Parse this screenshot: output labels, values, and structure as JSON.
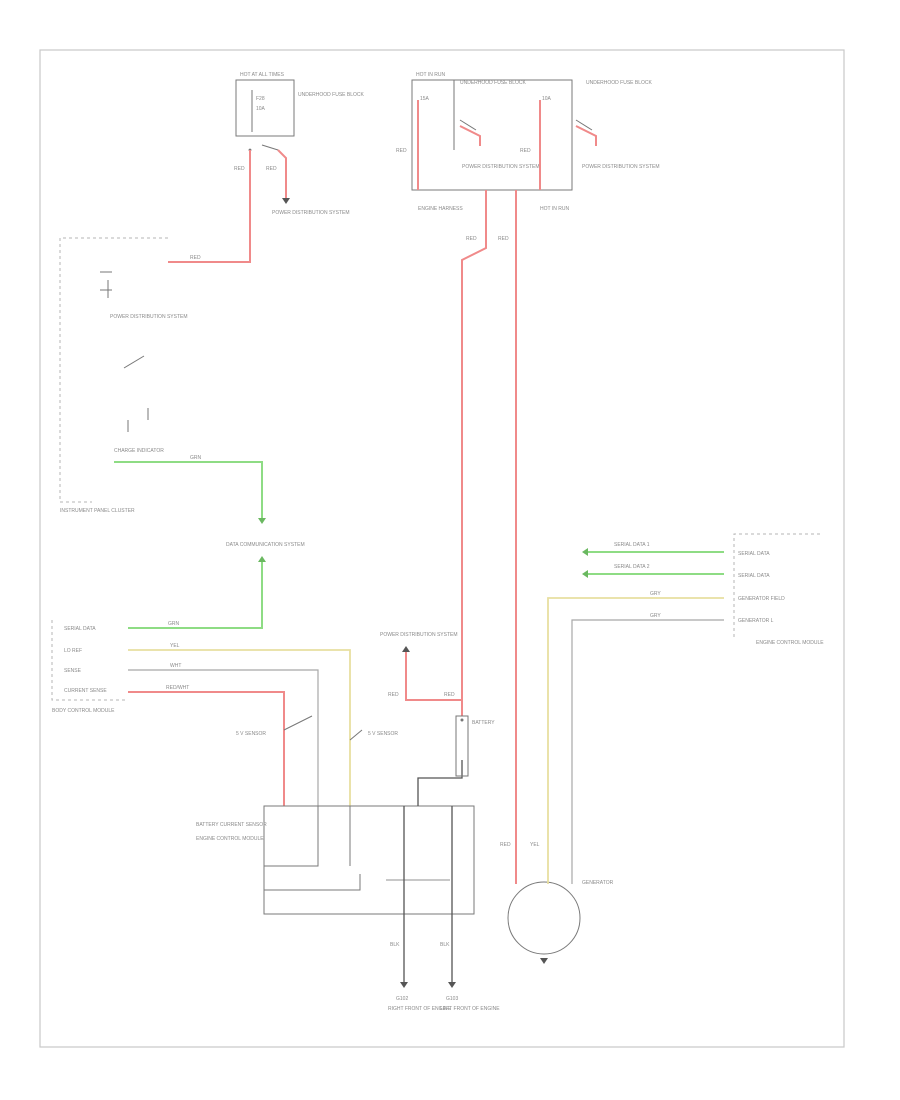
{
  "diagram": {
    "footer_code": "",
    "labels": {
      "hot_at_all_times": "HOT AT ALL TIMES",
      "underhood_fuse_block_1": "UNDERHOOD FUSE BLOCK",
      "fuse_f28": "F28",
      "fuse_amps": "10A",
      "hot_in_run_left": "HOT IN RUN",
      "hot_in_run_right": "HOT IN RUN",
      "underhood_fuse_block_2": "UNDERHOOD FUSE BLOCK",
      "underhood_fuse_block_3": "UNDERHOOD FUSE BLOCK",
      "power_dist_1": "POWER DISTRIBUTION SYSTEM",
      "power_dist_2": "POWER DISTRIBUTION SYSTEM",
      "power_dist_3": "POWER DISTRIBUTION SYSTEM",
      "power_dist_4": "POWER DISTRIBUTION SYSTEM",
      "power_dist_mid": "POWER DISTRIBUTION SYSTEM",
      "engine_harness": "ENGINE HARNESS",
      "instrument_cluster": "INSTRUMENT PANEL CLUSTER",
      "charge_indicator": "CHARGE INDICATOR",
      "data_comm": "DATA COMMUNICATION SYSTEM",
      "serial_data": "SERIAL DATA",
      "lo_ref": "LO REF",
      "sense": "SENSE",
      "current_sense": "CURRENT SENSE",
      "body_control_module": "BODY CONTROL MODULE",
      "battery_sensor_module": "BATTERY CURRENT SENSOR",
      "sensor_5v_left": "5 V SENSOR",
      "sensor_5v_right": "5 V SENSOR",
      "battery_pos": "BATTERY",
      "engine_control_module": "ENGINE CONTROL MODULE",
      "generator": "GENERATOR",
      "ground_left": "G102",
      "ground_right": "G103",
      "ground_left_desc": "RIGHT FRONT OF ENGINE",
      "ground_right_desc": "LEFT FRONT OF ENGINE",
      "serial_data_1": "SERIAL DATA 1",
      "serial_data_2": "SERIAL DATA 2",
      "gen_f": "GENERATOR FIELD",
      "gen_l": "GENERATOR L",
      "fuse_label_mid": "15A",
      "fuse_label_right": "10A"
    },
    "wire_codes": {
      "red": "RED",
      "red_wht": "RED/WHT",
      "grn": "GRN",
      "yel": "YEL",
      "wht": "WHT",
      "blk": "BLK",
      "gry": "GRY"
    }
  }
}
